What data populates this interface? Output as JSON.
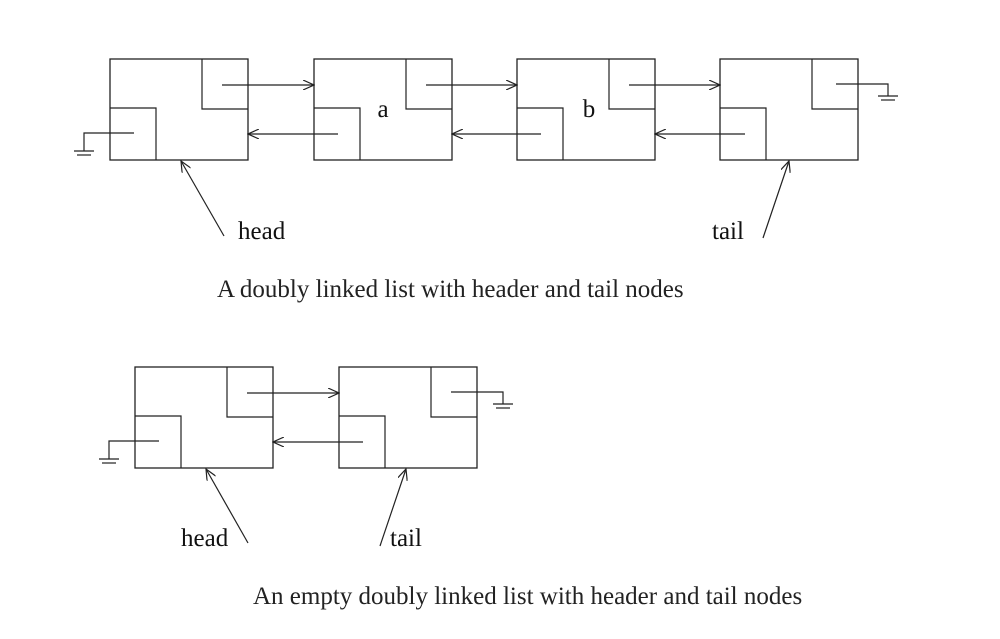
{
  "diagram_top": {
    "nodes": [
      "",
      "a",
      "b",
      ""
    ],
    "head_label": "head",
    "tail_label": "tail",
    "caption": "A doubly linked list with header and tail nodes"
  },
  "diagram_bottom": {
    "nodes": [
      "",
      ""
    ],
    "head_label": "head",
    "tail_label": "tail",
    "caption": "An empty doubly linked list with header and tail nodes"
  }
}
